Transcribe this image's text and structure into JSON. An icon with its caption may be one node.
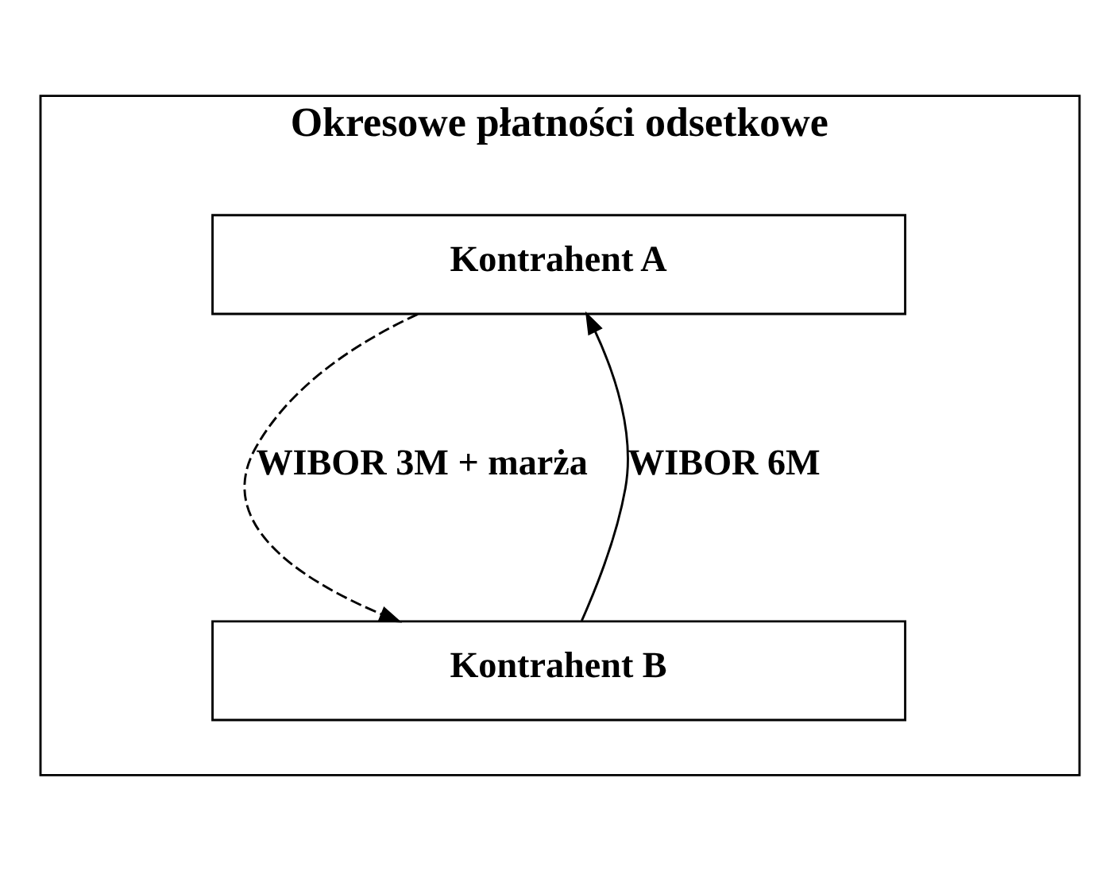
{
  "diagram": {
    "nodes": [
      {
        "text": [
          "Okresowe płatności odsetkowe"
        ]
      },
      {
        "text": [
          "Kontrahent A"
        ],
        "in": 0
      },
      {
        "text": [
          "Kontrahent B"
        ],
        "in": 0
      }
    ],
    "edges": [
      {
        "from": 1,
        "to": 2,
        "arrow": "to",
        "label": "WIBOR 3M + marża",
        "style": "dashed"
      },
      {
        "from": 2,
        "to": 1,
        "arrow": "to",
        "label": "WIBOR 6M"
      }
    ]
  }
}
